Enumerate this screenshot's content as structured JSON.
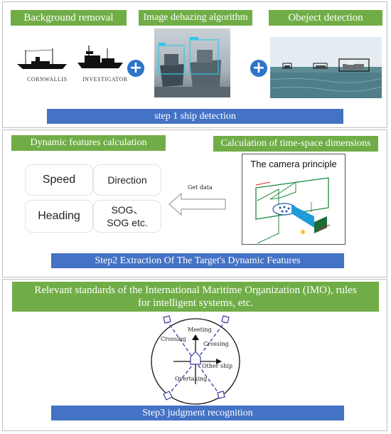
{
  "step1": {
    "background_title": "Background removal",
    "dehazing_title": "Image dehazing algorithm",
    "detection_title": "Obeject detection",
    "ship1_caption": "CORNWALLIS",
    "ship2_caption": "INVESTIGATOR",
    "banner": "step 1 ship detection"
  },
  "step2": {
    "dynamic_title": "Dynamic features calculation",
    "timespace_title": "Calculation of time-space dimensions",
    "features": [
      "Speed",
      "Direction",
      "Heading",
      "SOG、SOG etc."
    ],
    "arrow_label": "Get data",
    "camera_title": "The camera principle",
    "banner": "Step2 Extraction Of The Target's Dynamic Features"
  },
  "step3": {
    "standards": "Relevant standards of the International Maritime Organization (IMO), rules for intelligent systems, etc.",
    "labels": {
      "meeting": "Meeting",
      "crossing_left": "Crossing",
      "crossing_right": "Crossing",
      "other_ship": "Other ship",
      "overtaking": "Overtaking"
    },
    "banner": "Step3 judgment recognition"
  },
  "colors": {
    "green": "#70ad47",
    "blue": "#4472c4",
    "plus": "#2e74c9"
  },
  "icons": [
    "plus-icon",
    "ship-silhouette-icon",
    "left-arrow-icon",
    "camera-diagram-icon",
    "encounter-circle-icon"
  ]
}
